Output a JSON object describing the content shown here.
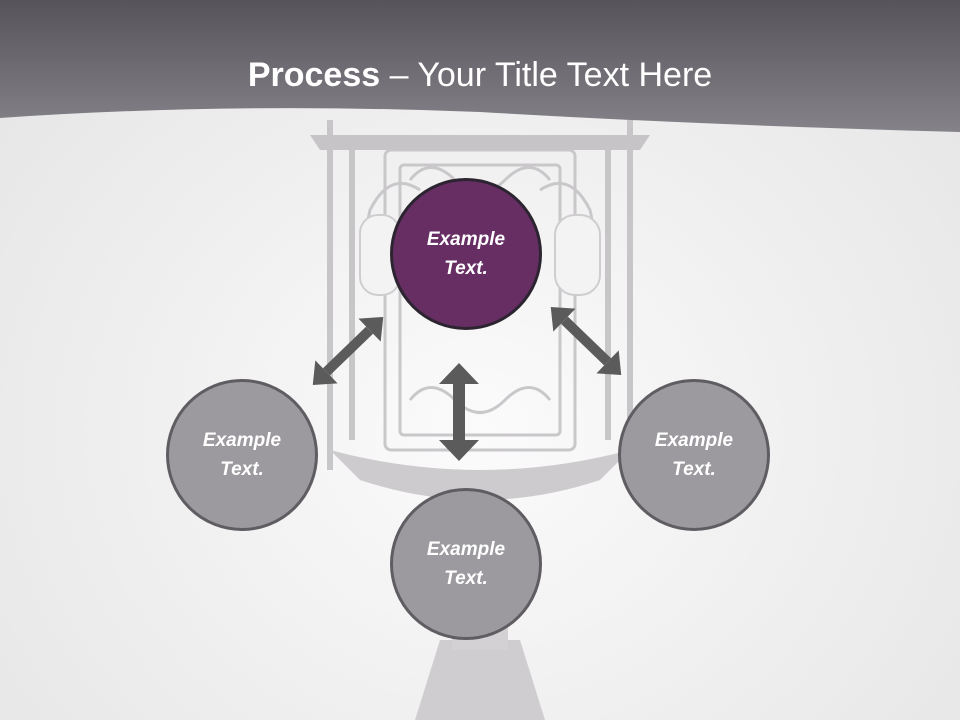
{
  "title": {
    "bold": "Process",
    "separator": " – ",
    "rest": "Your Title Text Here"
  },
  "colors": {
    "header": "#6e6c72",
    "main_node": "#662e63",
    "node": "#9c9a9e",
    "node_border": "#5f5d62",
    "arrow": "#5b5b5b"
  },
  "nodes": [
    {
      "id": "top",
      "label": "Example Text."
    },
    {
      "id": "left",
      "label": "Example Text."
    },
    {
      "id": "bottom",
      "label": "Example Text."
    },
    {
      "id": "right",
      "label": "Example Text."
    }
  ]
}
